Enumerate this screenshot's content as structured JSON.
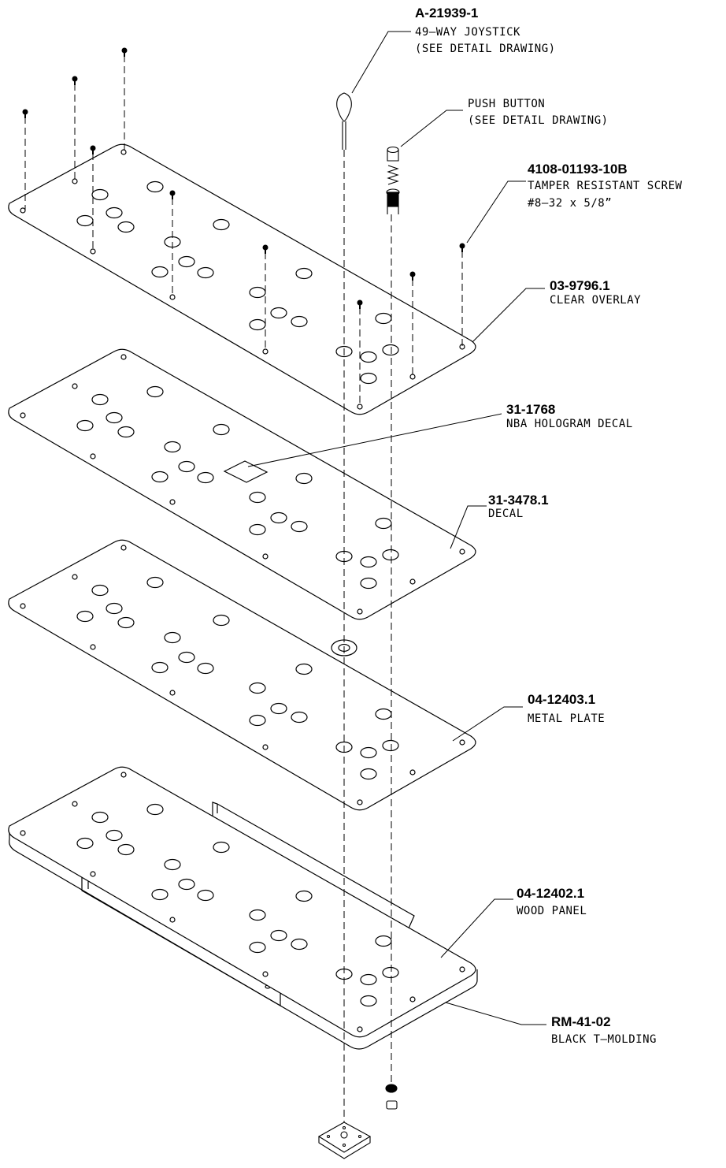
{
  "callouts": [
    {
      "id": "joystick",
      "part": "A-21939-1",
      "lines": [
        "49—WAY JOYSTICK",
        "(SEE DETAIL DRAWING)"
      ]
    },
    {
      "id": "pushbutton",
      "part": "",
      "lines": [
        "PUSH BUTTON",
        "(SEE DETAIL DRAWING)"
      ]
    },
    {
      "id": "screw",
      "part": "4108-01193-10B",
      "lines": [
        "TAMPER RESISTANT SCREW",
        "#8—32 x 5/8”"
      ]
    },
    {
      "id": "overlay",
      "part": "03-9796.1",
      "lines": [
        "CLEAR OVERLAY"
      ]
    },
    {
      "id": "hologram",
      "part": "31-1768",
      "lines": [
        "NBA HOLOGRAM DECAL"
      ]
    },
    {
      "id": "decal",
      "part": "31-3478.1",
      "lines": [
        "DECAL"
      ]
    },
    {
      "id": "metal",
      "part": "04-12403.1",
      "lines": [
        "METAL PLATE"
      ]
    },
    {
      "id": "wood",
      "part": "04-12402.1",
      "lines": [
        "WOOD PANEL"
      ]
    },
    {
      "id": "molding",
      "part": "RM-41-02",
      "lines": [
        "BLACK T—MOLDING"
      ]
    }
  ]
}
